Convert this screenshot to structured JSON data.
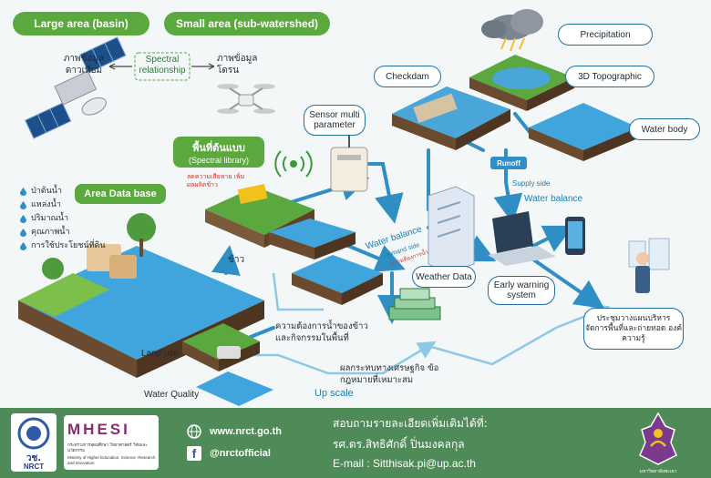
{
  "header": {
    "large_area": "Large area (basin)",
    "small_area": "Small area (sub-watershed)"
  },
  "spectral": {
    "satellite_image": "ภาพข้อมูลดาวเทียม",
    "relationship": "Spectral relationship",
    "drone_image": "ภาพข้อมูลโดรน",
    "library_th": "พื้นที่ต้นแบบ",
    "library_en": "(Spectral library)",
    "loss_note": "ลดความเสียหาย เพิ่มผลผลิตข้าว"
  },
  "area_db": {
    "title": "Area Data base",
    "items": [
      "ป่าต้นน้ำ",
      "แหล่งน้ำ",
      "ปริมาณน้ำ",
      "คุณภาพน้ำ",
      "การใช้ประโยชน์ที่ดิน"
    ]
  },
  "labels": {
    "precipitation": "Precipitation",
    "checkdam": "Checkdam",
    "topographic": "3D Topographic",
    "water_body": "Water body",
    "sensor": "Sensor multi parameter",
    "runoff": "Runoff",
    "supply_side": "Supply side",
    "water_balance_right": "Water balance",
    "water_balance_mid": "Water balance",
    "demand_side": "Demand side",
    "demand_sub": "ความต้องการน้ำ",
    "weather_data": "Weather Data",
    "early_warning": "Early warning system",
    "rice": "ข้าว",
    "water_demand": "ความต้องการน้ำของข้าว และกิจกรรมในพื้นที่",
    "land_use": "Land use",
    "water_quality": "Water Quality",
    "economic": "ผลกระทบทางเศรษฐกิจ ข้อกฎหมายที่เหมาะสม",
    "up_scale": "Up scale",
    "meeting": "ประชุมวางแผนบริหาร จัดการพื้นที่และถ่ายทอด องค์ความรู้"
  },
  "footer": {
    "nrct_short": "วช.",
    "nrct": "NRCT",
    "mhesi": "MHESI",
    "ministry_th": "กระทรวงการอุดมศึกษา วิทยาศาสตร์ วิจัยและนวัตกรรม",
    "ministry_en": "Ministry of Higher Education, Science, Research and Innovation",
    "website": "www.nrct.go.th",
    "facebook": "@nrctofficial",
    "contact_line1": "สอบถามรายละเอียดเพิ่มเติมได้ที่:",
    "contact_line2": "รศ.ดร.สิทธิศักดิ์ ปิ่นมงคลกุล",
    "contact_line3": "E-mail : Sitthisak.pi@up.ac.th",
    "up_caption": "มหาวิทยาลัยพะเยา"
  },
  "colors": {
    "green": "#5aa83e",
    "blue_line": "#2f8fc4",
    "footer_bg": "#4f8b58",
    "accent_blue": "#1d7fb3"
  }
}
